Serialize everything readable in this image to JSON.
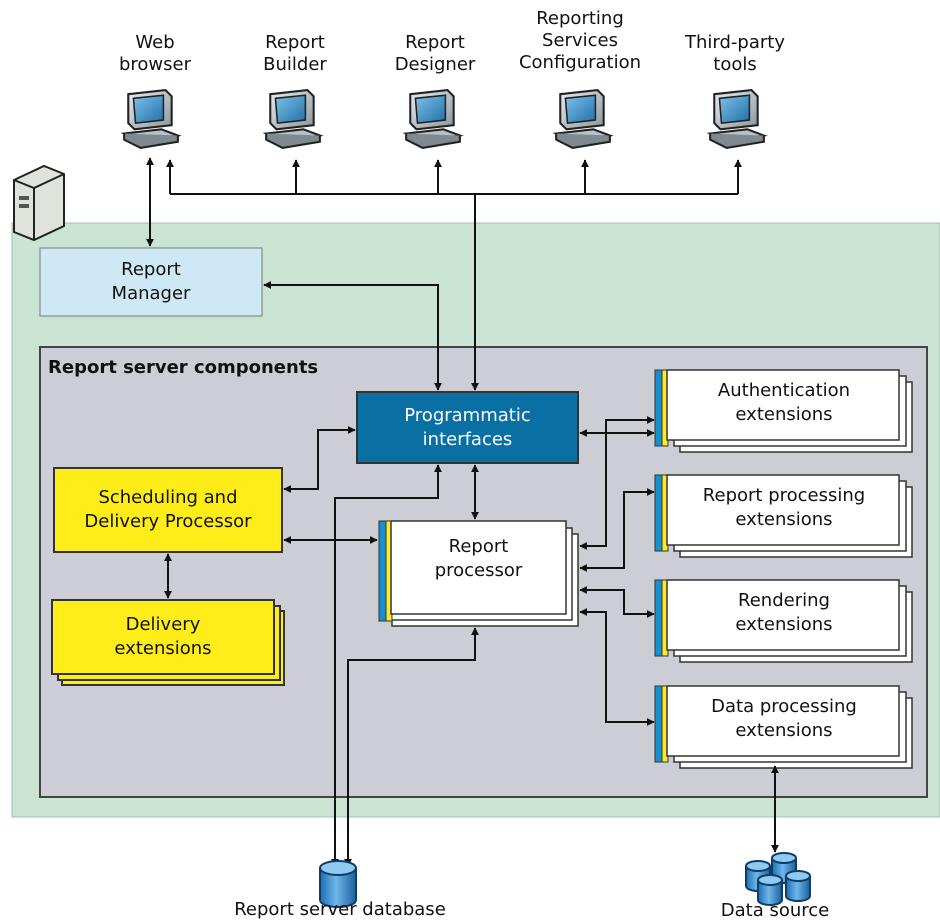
{
  "clients": [
    {
      "label": "Web\nbrowser"
    },
    {
      "label": "Report\nBuilder"
    },
    {
      "label": "Report\nDesigner"
    },
    {
      "label": "Reporting\nServices\nConfiguration"
    },
    {
      "label": "Third-party\ntools"
    }
  ],
  "report_manager": "Report\nManager",
  "server_components_title": "Report server components",
  "programmatic_interfaces": "Programmatic\ninterfaces",
  "scheduling": "Scheduling and\nDelivery Processor",
  "delivery_extensions": "Delivery\nextensions",
  "report_processor": "Report\nprocessor",
  "extensions": [
    {
      "label": "Authentication\nextensions"
    },
    {
      "label": "Report processing\nextensions"
    },
    {
      "label": "Rendering\nextensions"
    },
    {
      "label": "Data processing\nextensions"
    }
  ],
  "report_server_database": "Report server database",
  "data_source": "Data source",
  "colors": {
    "server_bg": "#c9e4d3",
    "components_bg": "#cdcdd6",
    "report_manager_bg": "#cfe8f5",
    "programmatic_bg": "#0a6fa3",
    "yellow": "#ffed1a",
    "accent_blue": "#1a8fd0"
  }
}
